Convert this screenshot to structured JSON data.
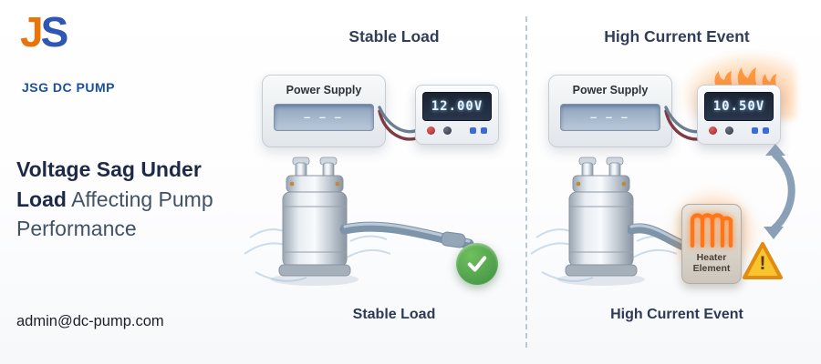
{
  "brand": {
    "logo_j": "J",
    "logo_s": "S",
    "name": "JSG DC PUMP"
  },
  "headline": {
    "bold": "Voltage Sag Under Load",
    "regular": " Affecting Pump Performance"
  },
  "contact": {
    "email": "admin@dc-pump.com"
  },
  "panels": {
    "stable": {
      "title": "Stable Load",
      "caption": "Stable Load",
      "power_supply_label": "Power Supply",
      "display_dashes": "–  –  –",
      "meter_reading": "12.00V"
    },
    "event": {
      "title": "High Current Event",
      "caption": "High Current Event",
      "power_supply_label": "Power Supply",
      "display_dashes": "–  –  –",
      "meter_reading": "10.50V",
      "heater_label": "Heater Element",
      "warning_mark": "!"
    }
  },
  "colors": {
    "brand_blue": "#1a4fa0",
    "brand_orange": "#e8750a",
    "ok_green": "#3e9040",
    "warning_yellow": "#f9c52e",
    "heading_navy": "#1d2947"
  }
}
